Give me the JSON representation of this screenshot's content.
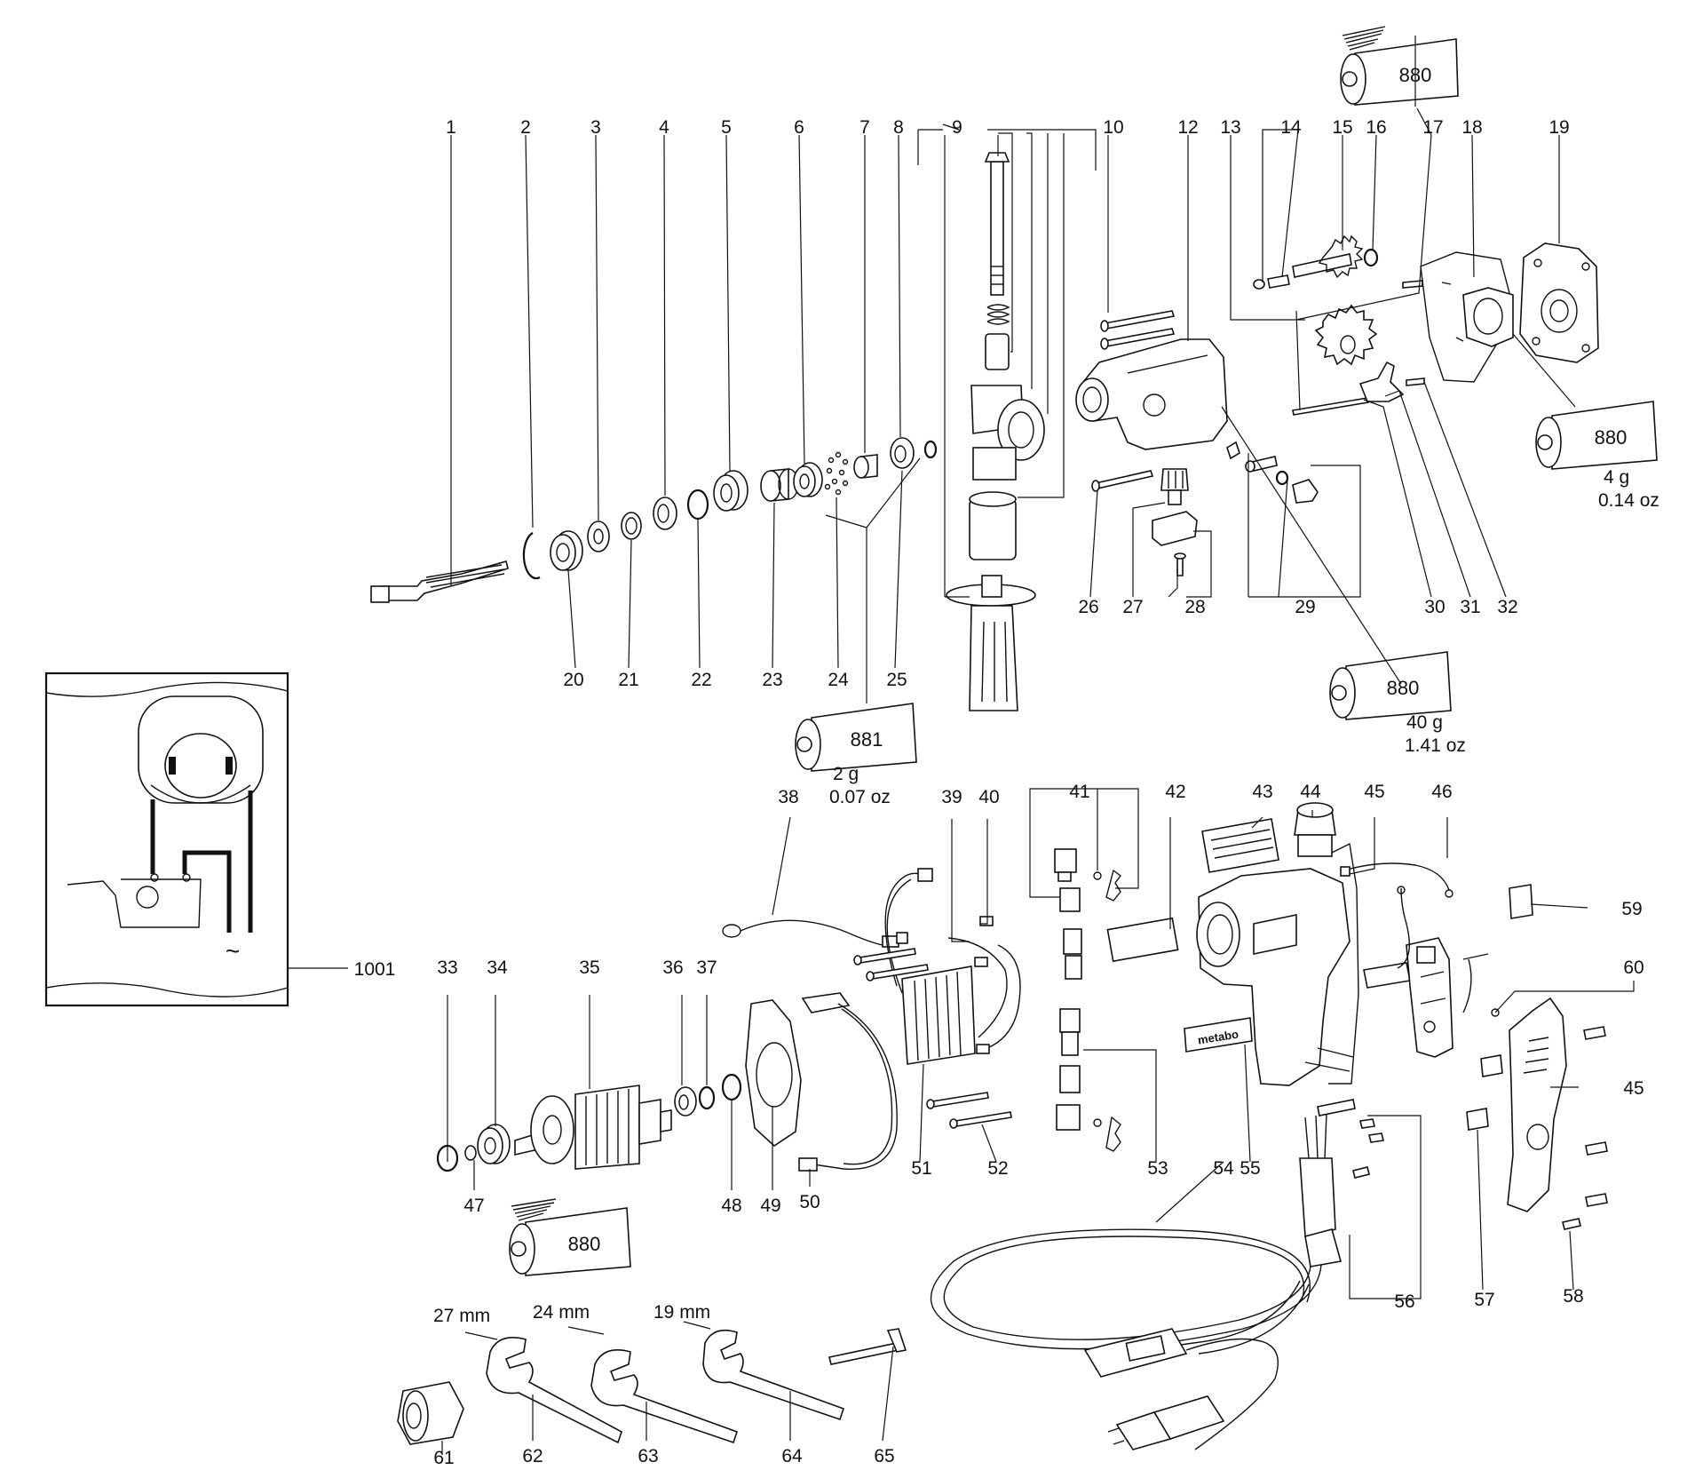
{
  "part_labels": [
    "1",
    "2",
    "3",
    "4",
    "5",
    "6",
    "7",
    "8",
    "9",
    "10",
    "12",
    "13",
    "14",
    "15",
    "16",
    "17",
    "18",
    "19",
    "20",
    "21",
    "22",
    "23",
    "24",
    "25",
    "26",
    "27",
    "28",
    "29",
    "30",
    "31",
    "32",
    "33",
    "34",
    "35",
    "36",
    "37",
    "38",
    "39",
    "40",
    "41",
    "42",
    "43",
    "44",
    "45",
    "46",
    "47",
    "48",
    "49",
    "50",
    "51",
    "52",
    "53",
    "54",
    "55",
    "56",
    "57",
    "58",
    "59",
    "60",
    "61",
    "62",
    "63",
    "64",
    "65",
    "1001"
  ],
  "second_label_45": "45",
  "grease_tubes": {
    "tube_880_top": {
      "code": "880"
    },
    "tube_880_right": {
      "code": "880",
      "amount_g": "4 g",
      "amount_oz": "0.14 oz"
    },
    "tube_880_mid": {
      "code": "880",
      "amount_g": "40 g",
      "amount_oz": "1.41 oz"
    },
    "tube_881": {
      "code": "881",
      "amount_g": "2 g",
      "amount_oz": "0.07 oz"
    },
    "tube_880_bottom": {
      "code": "880"
    }
  },
  "wrench_sizes": {
    "w62": "27 mm",
    "w63": "24 mm",
    "w64": "19 mm"
  },
  "brand_plate": "metabo",
  "wiring_symbol": "~",
  "colors": {
    "ink": "#111111",
    "paper": "#ffffff"
  }
}
